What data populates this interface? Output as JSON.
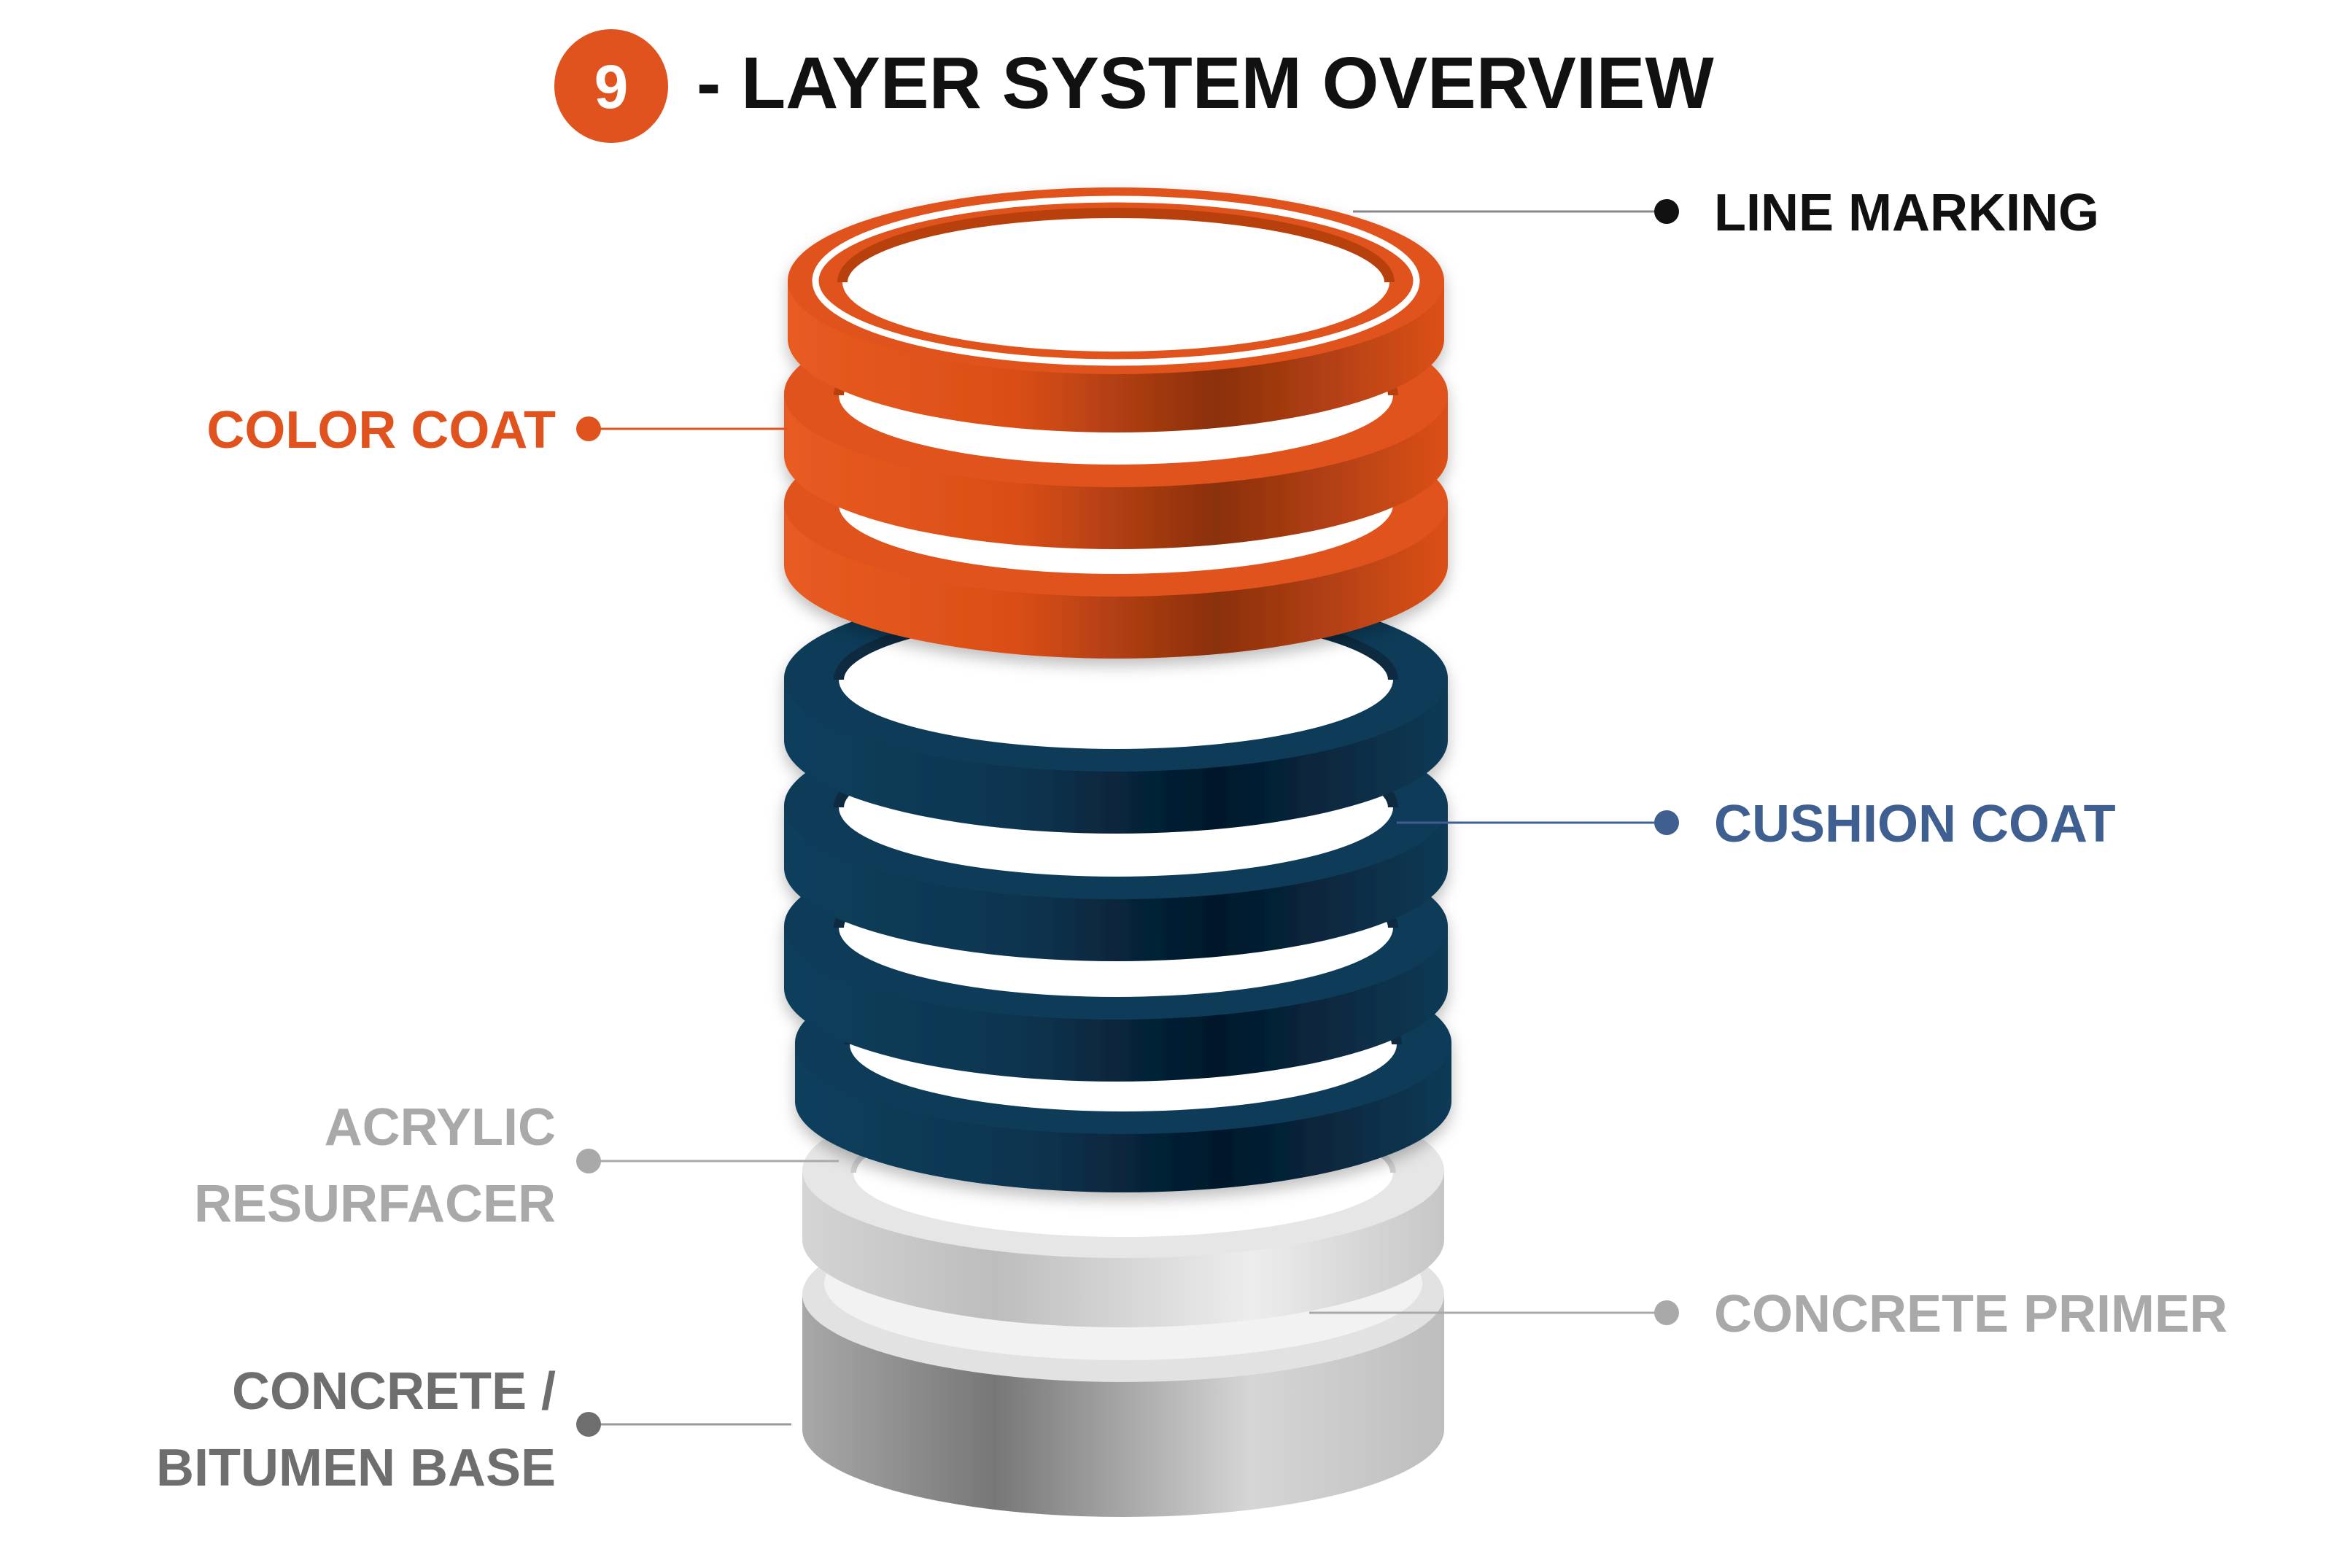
{
  "header": {
    "badge_number": "9",
    "title": "- LAYER SYSTEM OVERVIEW"
  },
  "layers": {
    "line_marking": {
      "label": "LINE MARKING",
      "color": "#111111"
    },
    "color_coat": {
      "label": "COLOR COAT",
      "color": "#E0531E"
    },
    "cushion_coat": {
      "label": "CUSHION COAT",
      "color": "#3E5F8F"
    },
    "acrylic_resurfacer": {
      "label_line1": "ACRYLIC",
      "label_line2": "RESURFACER",
      "color": "#A9A9A9"
    },
    "concrete_primer": {
      "label": "CONCRETE PRIMER",
      "color": "#A9A9A9"
    },
    "concrete_bitumen_base": {
      "label_line1": "CONCRETE /",
      "label_line2": "BITUMEN BASE",
      "color": "#6E6E6E"
    }
  },
  "colors": {
    "accent_orange": "#E0531E",
    "navy": "#0D3A55",
    "light_grey": "#D8D8D8",
    "mid_grey": "#9A9A9A"
  }
}
